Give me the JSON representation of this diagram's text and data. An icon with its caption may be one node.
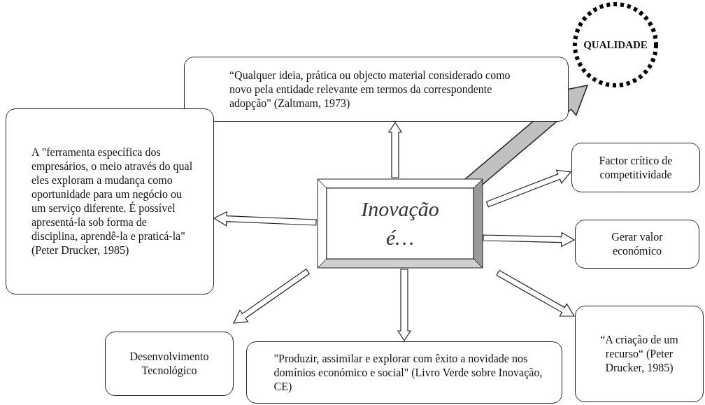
{
  "diagram": {
    "nodes": [
      {
        "text": [
          "Inovação é…"
        ]
      },
      {
        "text": [
          "“Qualquer ideia, prática ou objecto material considerado como novo pela entidade relevante em termos da correspondente adopção\" (Zaltmam, 1973)"
        ]
      },
      {
        "text": [
          "QUALIDADE"
        ]
      },
      {
        "text": [
          "Factor crítico de competitividade"
        ]
      },
      {
        "text": [
          "A \"ferramenta específica dos empresários, o meio através do qual eles exploram a mudança como oportunidade para um negócio ou um serviço diferente. É possível apresentá-la sob forma de disciplina, aprendê-la e praticá-la\" (Peter Drucker, 1985)"
        ]
      },
      {
        "text": [
          "Gerar valor económico"
        ]
      },
      {
        "text": [
          "“A criação de um recurso“ (Peter Drucker, 1985)"
        ]
      },
      {
        "text": [
          "Desenvolvimento Tecnológico"
        ]
      },
      {
        "text": [
          "\"Produzir, assimilar e explorar com êxito a novidade nos domínios económico e social\" (Livro Verde sobre Inovação, CE)"
        ]
      }
    ],
    "edges": [
      {
        "from": 0,
        "to": 1,
        "arrow": "to"
      },
      {
        "from": 0,
        "to": 2,
        "arrow": "to",
        "style": "thick",
        "color": "#c0c0c0"
      },
      {
        "from": 0,
        "to": 3,
        "arrow": "to"
      },
      {
        "from": 0,
        "to": 4,
        "arrow": "to"
      },
      {
        "from": 0,
        "to": 5,
        "arrow": "to"
      },
      {
        "from": 0,
        "to": 6,
        "arrow": "to"
      },
      {
        "from": 0,
        "to": 7,
        "arrow": "to"
      },
      {
        "from": 0,
        "to": 8,
        "arrow": "to"
      }
    ]
  }
}
